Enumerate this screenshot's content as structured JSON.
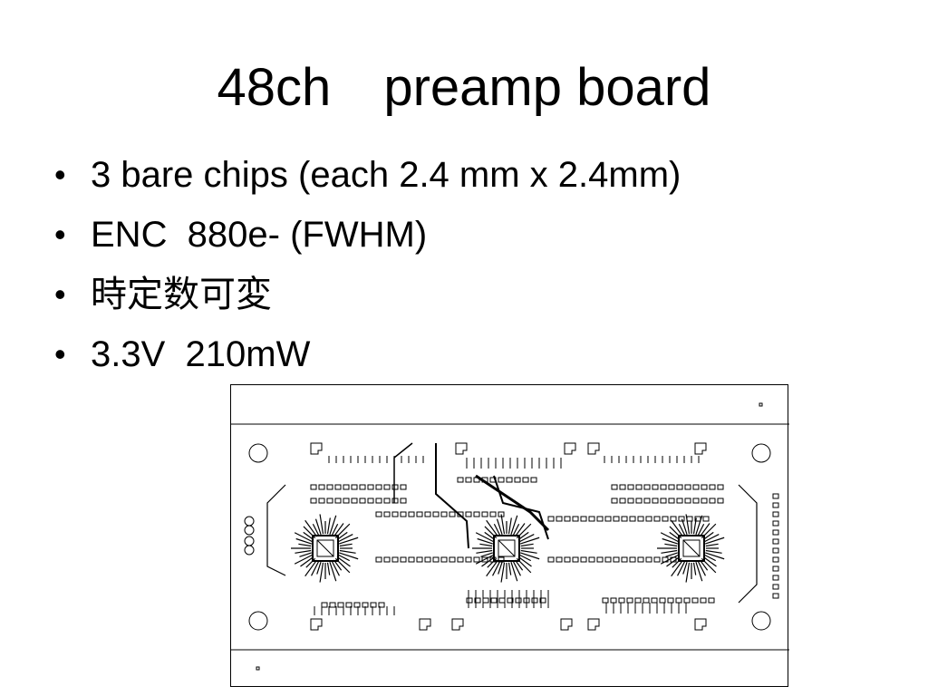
{
  "slide": {
    "title": "48ch　preamp board",
    "bullets": [
      "3 bare chips (each 2.4 mm x 2.4mm)",
      "ENC  880e- (FWHM)",
      "時定数可変",
      "3.3V  210mW"
    ]
  },
  "figure": {
    "chip_count": 3,
    "line_color": "#000000",
    "background": "#ffffff"
  }
}
